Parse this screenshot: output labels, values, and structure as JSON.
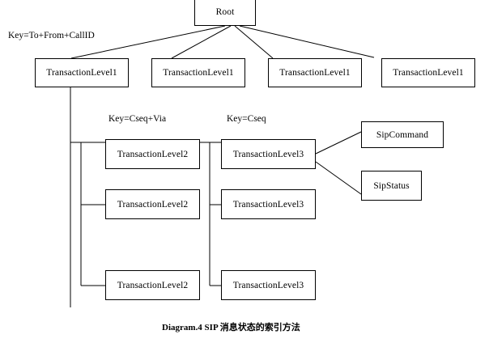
{
  "diagram": {
    "caption": "Diagram.4 SIP 消息状态的索引方法",
    "root": {
      "label": "Root"
    },
    "key_labels": {
      "level1": "Key=To+From+CallID",
      "level2": "Key=Cseq+Via",
      "level3": "Key=Cseq"
    },
    "level1_nodes": [
      {
        "label": "TransactionLevel1"
      },
      {
        "label": "TransactionLevel1"
      },
      {
        "label": "TransactionLevel1"
      },
      {
        "label": "TransactionLevel1"
      }
    ],
    "level2_nodes": [
      {
        "label": "TransactionLevel2"
      },
      {
        "label": "TransactionLevel2"
      },
      {
        "label": "TransactionLevel2"
      }
    ],
    "level3_nodes": [
      {
        "label": "TransactionLevel3"
      },
      {
        "label": "TransactionLevel3"
      },
      {
        "label": "TransactionLevel3"
      }
    ],
    "leaf_nodes": [
      {
        "label": "SipCommand"
      },
      {
        "label": "SipStatus"
      }
    ],
    "colors": {
      "stroke": "#000000",
      "fill": "#ffffff",
      "text": "#000000"
    }
  }
}
